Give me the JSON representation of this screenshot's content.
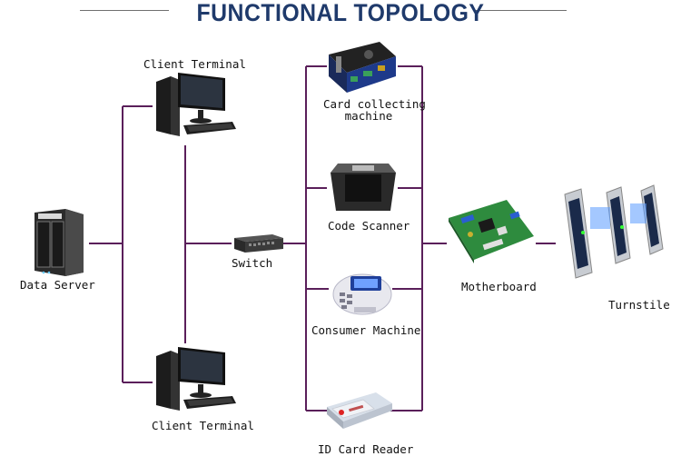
{
  "diagram": {
    "title": "FUNCTIONAL TOPOLOGY",
    "colors": {
      "link": "#5a1f5a",
      "title": "#1f3a6b"
    },
    "nodes": {
      "data_server": {
        "label": "Data Server",
        "icon": "nas-server-icon"
      },
      "client_top": {
        "label": "Client Terminal",
        "icon": "desktop-computer-icon"
      },
      "client_bottom": {
        "label": "Client Terminal",
        "icon": "desktop-computer-icon"
      },
      "switch": {
        "label": "Switch",
        "icon": "network-switch-icon"
      },
      "card_machine": {
        "label_line1": "Card collecting",
        "label_line2": "machine",
        "icon": "card-collector-board-icon"
      },
      "code_scanner": {
        "label": "Code Scanner",
        "icon": "qr-scanner-icon"
      },
      "consumer_machine": {
        "label": "Consumer Machine",
        "icon": "pos-terminal-icon"
      },
      "id_reader": {
        "label": "ID Card Reader",
        "icon": "id-card-reader-icon"
      },
      "motherboard": {
        "label": "Motherboard",
        "icon": "circuit-board-icon"
      },
      "turnstile": {
        "label": "Turnstile",
        "icon": "turnstile-gate-icon"
      }
    }
  }
}
